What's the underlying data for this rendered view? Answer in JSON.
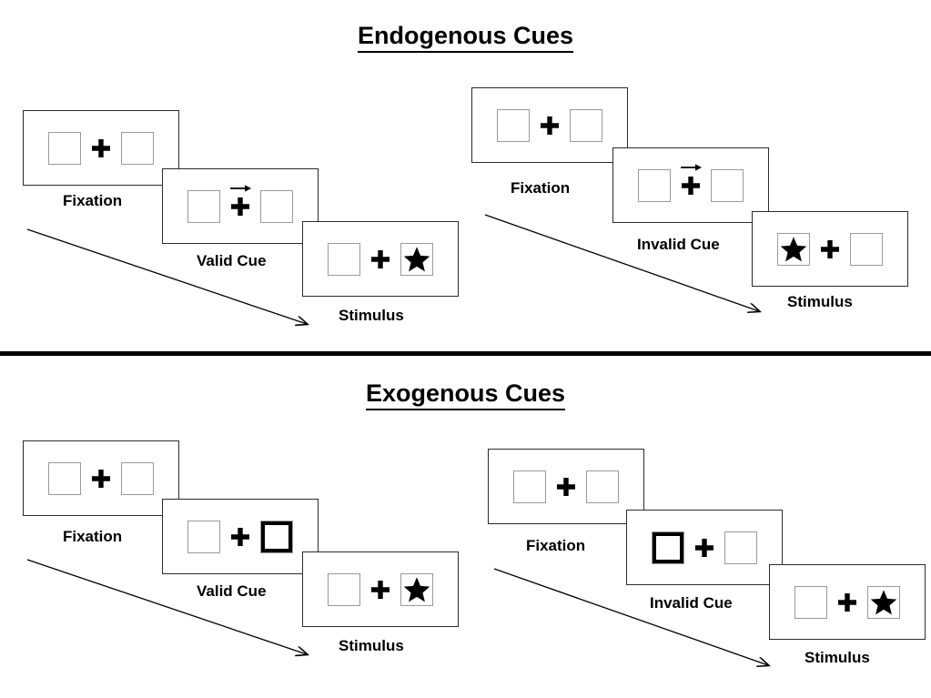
{
  "figure": {
    "sections": [
      {
        "id": "endogenous",
        "title": "Endogenous Cues",
        "cue_type": "central-arrow",
        "sequences": [
          {
            "id": "endogenous-valid",
            "validity": "valid",
            "frames": [
              {
                "caption": "Fixation",
                "left_box": "empty",
                "right_box": "empty",
                "center": "plus",
                "cue": "none"
              },
              {
                "caption": "Valid Cue",
                "left_box": "empty",
                "right_box": "empty",
                "center": "plus",
                "cue": "arrow-right"
              },
              {
                "caption": "Stimulus",
                "left_box": "empty",
                "right_box": "star",
                "center": "plus",
                "cue": "none"
              }
            ]
          },
          {
            "id": "endogenous-invalid",
            "validity": "invalid",
            "frames": [
              {
                "caption": "Fixation",
                "left_box": "empty",
                "right_box": "empty",
                "center": "plus",
                "cue": "none"
              },
              {
                "caption": "Invalid Cue",
                "left_box": "empty",
                "right_box": "empty",
                "center": "plus",
                "cue": "arrow-right"
              },
              {
                "caption": "Stimulus",
                "left_box": "star",
                "right_box": "empty",
                "center": "plus",
                "cue": "none"
              }
            ]
          }
        ]
      },
      {
        "id": "exogenous",
        "title": "Exogenous Cues",
        "cue_type": "peripheral-box-flash",
        "sequences": [
          {
            "id": "exogenous-valid",
            "validity": "valid",
            "frames": [
              {
                "caption": "Fixation",
                "left_box": "empty",
                "right_box": "empty",
                "center": "plus",
                "cue": "none"
              },
              {
                "caption": "Valid Cue",
                "left_box": "empty",
                "right_box": "cued",
                "center": "plus",
                "cue": "none"
              },
              {
                "caption": "Stimulus",
                "left_box": "empty",
                "right_box": "star",
                "center": "plus",
                "cue": "none"
              }
            ]
          },
          {
            "id": "exogenous-invalid",
            "validity": "invalid",
            "frames": [
              {
                "caption": "Fixation",
                "left_box": "empty",
                "right_box": "empty",
                "center": "plus",
                "cue": "none"
              },
              {
                "caption": "Invalid Cue",
                "left_box": "cued",
                "right_box": "empty",
                "center": "plus",
                "cue": "none"
              },
              {
                "caption": "Stimulus",
                "left_box": "empty",
                "right_box": "star",
                "center": "plus",
                "cue": "none"
              }
            ]
          }
        ]
      }
    ],
    "colors": {
      "frame_border": "#2b2b2b",
      "box_border": "#9a9a9a",
      "cue_border": "#000000",
      "stimulus": "#000000",
      "divider": "#000000",
      "text": "#000000",
      "background": "#ffffff"
    }
  }
}
